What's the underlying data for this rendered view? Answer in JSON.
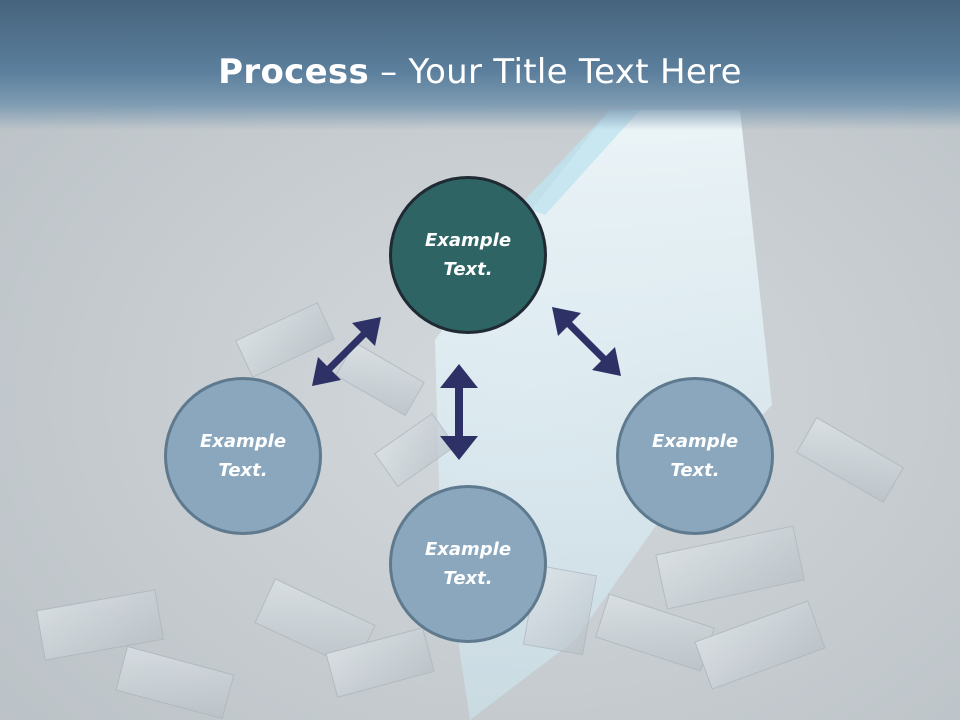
{
  "slide": {
    "title_bold": "Process",
    "title_rest": " – Your Title Text Here"
  },
  "diagram": {
    "nodes": [
      {
        "id": "top",
        "label": "Example\nText."
      },
      {
        "id": "left",
        "label": "Example\nText."
      },
      {
        "id": "right",
        "label": "Example\nText."
      },
      {
        "id": "bottom",
        "label": "Example\nText."
      }
    ]
  },
  "colors": {
    "header": "#5b7f9c",
    "node_primary": "#2f6464",
    "node_secondary": "#8aa7bd",
    "arrow": "#2e3166",
    "light_beam": "#e6f6fb"
  }
}
